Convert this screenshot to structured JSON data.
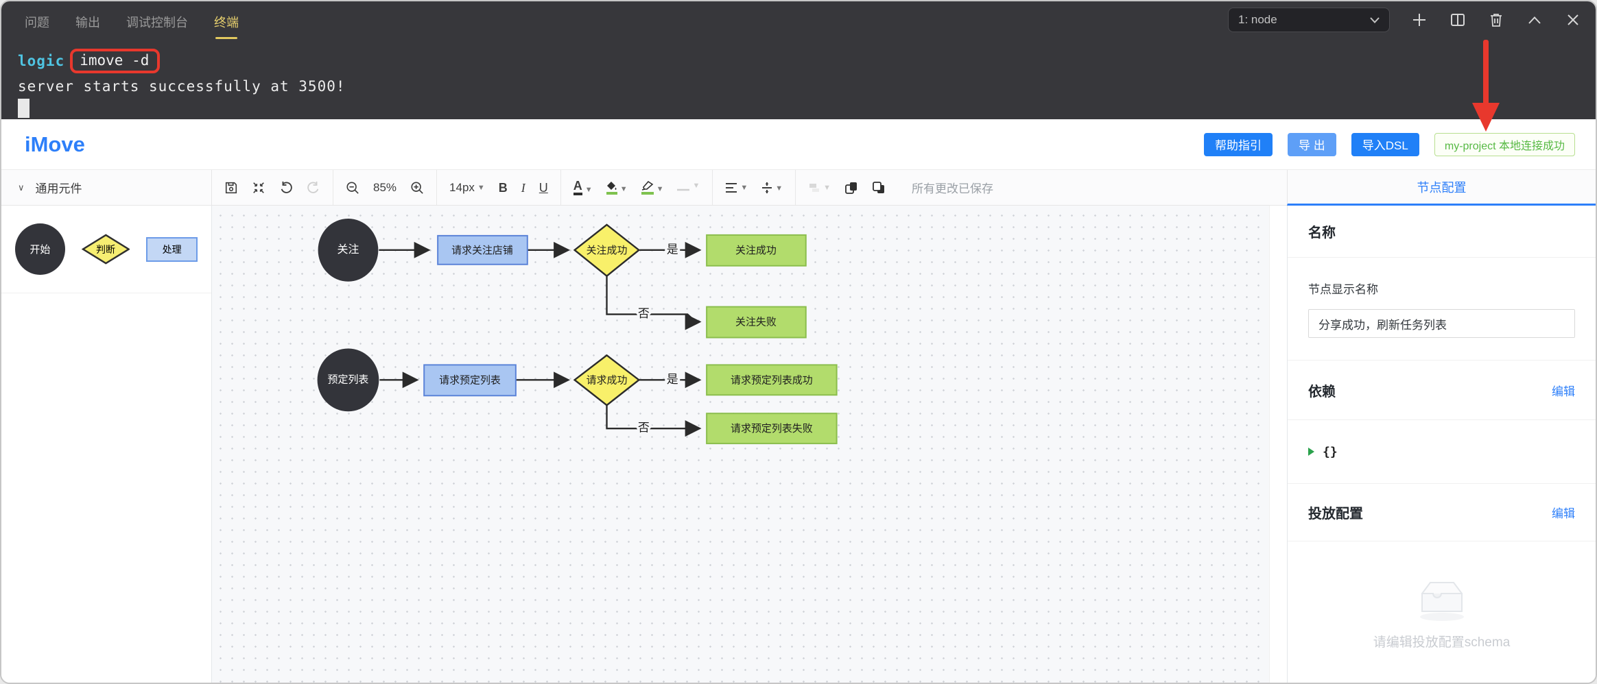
{
  "terminal": {
    "tabs": [
      "问题",
      "输出",
      "调试控制台",
      "终端"
    ],
    "active_tab": "终端",
    "session_select": "1: node",
    "prompt_token": "logic",
    "command": "imove -d",
    "output_line": "server starts successfully at 3500!",
    "icons": [
      "plus-icon",
      "split-panel-icon",
      "trash-icon",
      "chevron-up-icon",
      "close-icon"
    ]
  },
  "header": {
    "logo": "iMove",
    "help_button": "帮助指引",
    "export_button": "导 出",
    "import_dsl_button": "导入DSL",
    "project_status": "my-project 本地连接成功"
  },
  "toolbar": {
    "sidebar_group_label": "通用元件",
    "zoom_level": "85%",
    "font_size": "14px",
    "bold_label": "B",
    "italic_label": "I",
    "underline_label": "U",
    "font_color_label": "A",
    "save_status": "所有更改已保存"
  },
  "config_panel": {
    "tab": "节点配置",
    "name_section": "名称",
    "display_name_label": "节点显示名称",
    "display_name_value": "分享成功，刷新任务列表",
    "dependency_section": "依赖",
    "dependency_edit": "编辑",
    "json_preview": "{}",
    "delivery_section": "投放配置",
    "delivery_edit": "编辑",
    "empty_text": "请编辑投放配置schema"
  },
  "sidebar_shapes": [
    {
      "type": "circle",
      "label": "开始"
    },
    {
      "type": "diamond",
      "label": "判断"
    },
    {
      "type": "rect",
      "label": "处理"
    }
  ],
  "flowchart": {
    "start1": "关注",
    "process1": "请求关注店铺",
    "decision1": "关注成功",
    "success1": "关注成功",
    "fail1": "关注失败",
    "start2": "预定列表",
    "process2": "请求预定列表",
    "decision2": "请求成功",
    "success2": "请求预定列表成功",
    "fail2": "请求预定列表失败",
    "yes_label": "是",
    "no_label": "否"
  },
  "colors": {
    "accent_blue": "#2d7ff9",
    "terminal_active_tab": "#e6cf6d",
    "annotation_red": "#e8382d",
    "status_green": "#57b944",
    "node_start_fill": "#33343a",
    "node_process_fill": "#a9c6f2",
    "node_process_border": "#5b83d8",
    "node_decision_fill": "#f8f06a",
    "node_result_fill": "#b2dc6c",
    "node_result_border": "#8bbe4d"
  }
}
